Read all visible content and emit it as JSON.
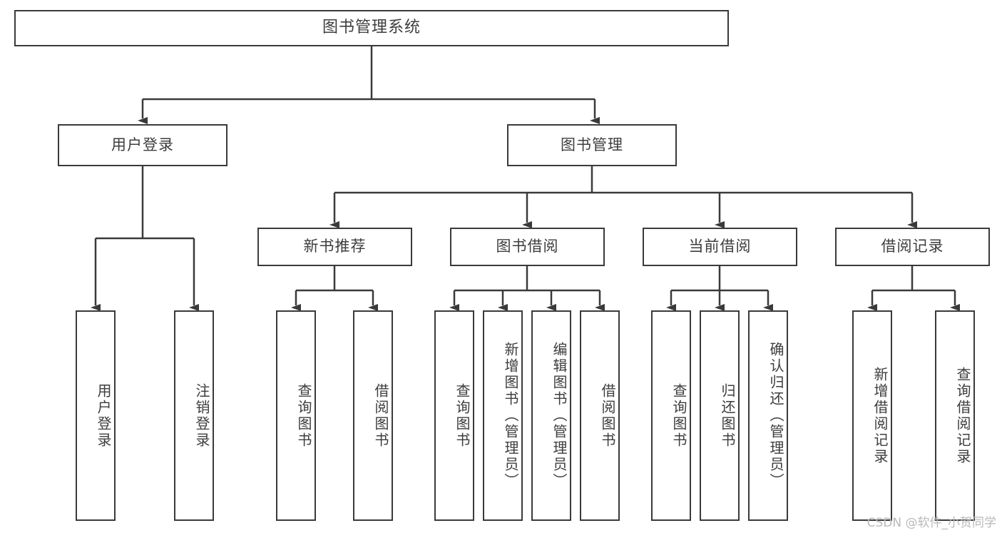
{
  "diagram": {
    "type": "tree-hierarchy-chart",
    "title": "图书管理系统",
    "orientation": "top-down",
    "colors": {
      "box_border": "#3a3a3a",
      "box_fill": "#ffffff",
      "connector": "#3a3a3a",
      "text": "#3d3d3d",
      "watermark": "#b9b9b9",
      "background": "#ffffff"
    }
  },
  "root": {
    "label": "图书管理系统"
  },
  "level2": [
    {
      "label": "用户登录"
    },
    {
      "label": "图书管理"
    }
  ],
  "level3": [
    {
      "label": "新书推荐"
    },
    {
      "label": "图书借阅"
    },
    {
      "label": "当前借阅"
    },
    {
      "label": "借阅记录"
    }
  ],
  "leaves": {
    "user_login": [
      {
        "label": "用户登录"
      },
      {
        "label": "注销登录"
      }
    ],
    "new_book_recommend": [
      {
        "label": "查询图书"
      },
      {
        "label": "借阅图书"
      }
    ],
    "book_borrow": [
      {
        "label": "查询图书"
      },
      {
        "label": "新增图书（管理员）"
      },
      {
        "label": "编辑图书（管理员）"
      },
      {
        "label": "借阅图书"
      }
    ],
    "current_borrow": [
      {
        "label": "查询图书"
      },
      {
        "label": "归还图书"
      },
      {
        "label": "确认归还（管理员）"
      }
    ],
    "borrow_record": [
      {
        "label": "新增借阅记录"
      },
      {
        "label": "查询借阅记录"
      }
    ]
  },
  "watermark": {
    "text": "CSDN @软件_小贺同学"
  }
}
